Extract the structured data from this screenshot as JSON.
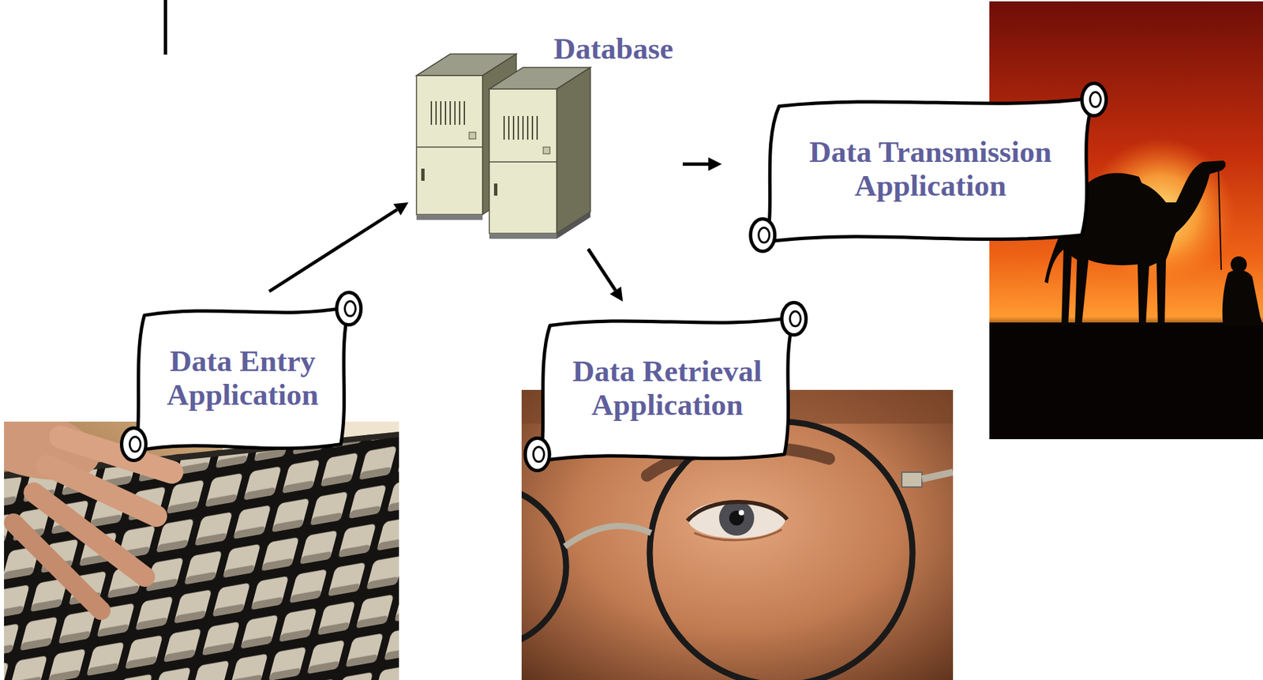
{
  "diagram": {
    "nodes": [
      {
        "text": [
          "Database"
        ]
      },
      {
        "text": [
          "Data Transmission Application"
        ]
      },
      {
        "text": [
          "Data Entry Application"
        ]
      },
      {
        "text": [
          "Data Retrieval Application"
        ]
      }
    ],
    "edges": [
      {
        "from": 2,
        "to": 0,
        "arrow": "to"
      },
      {
        "from": 0,
        "to": 1,
        "arrow": "to"
      },
      {
        "from": 0,
        "to": 3,
        "arrow": "to"
      }
    ]
  }
}
